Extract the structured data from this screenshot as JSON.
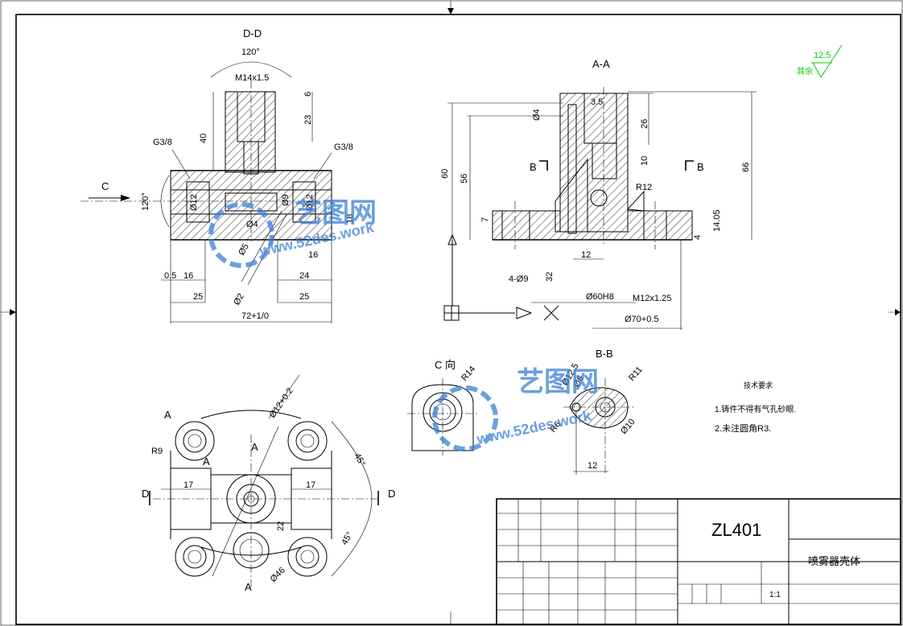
{
  "drawing": {
    "part_number": "ZL401",
    "part_name": "喷雾器壳体",
    "scale": "1:1",
    "roughness_note": "其余",
    "roughness_value": "12.5",
    "roughness_color": "#00cc00"
  },
  "views": {
    "dd_title": "D-D",
    "aa_title": "A-A",
    "c_title": "C 向",
    "bb_title": "B-B",
    "c_arrow": "C",
    "a_mark": "A",
    "b_mark": "B",
    "d_mark": "D"
  },
  "tech_requirements": {
    "title": "技术要求",
    "items": [
      "1.铸件不得有气孔砂眼.",
      "2.未注圆角R3."
    ]
  },
  "dimensions": {
    "dd": [
      "120°",
      "M14x1.5",
      "40",
      "23",
      "6",
      "G3/8",
      "G3/8",
      "120°",
      "Ø12",
      "Ø12",
      "Ø9",
      "Ø4",
      "18",
      "16",
      "0.5",
      "16",
      "24",
      "25",
      "25",
      "72+1/0",
      "Ø5",
      "Ø2"
    ],
    "aa": [
      "3.5",
      "Ø4",
      "26",
      "10",
      "60",
      "56",
      "66",
      "R12",
      "7",
      "14.05",
      "4",
      "12",
      "4-Ø9",
      "32",
      "Ø60H8",
      "M12x1.25",
      "Ø70+0.5"
    ],
    "plan": [
      "R9",
      "17",
      "17",
      "Ø12+0.2",
      "45°",
      "45°",
      "22",
      "Ø46"
    ],
    "c": [
      "R14"
    ],
    "bb": [
      "Ø12.5",
      "Ø6",
      "R11",
      "R6",
      "Ø10",
      "12"
    ]
  },
  "watermark": {
    "cn": "艺图网",
    "url": "www.52des.work",
    "color": "#3b7fd6"
  }
}
